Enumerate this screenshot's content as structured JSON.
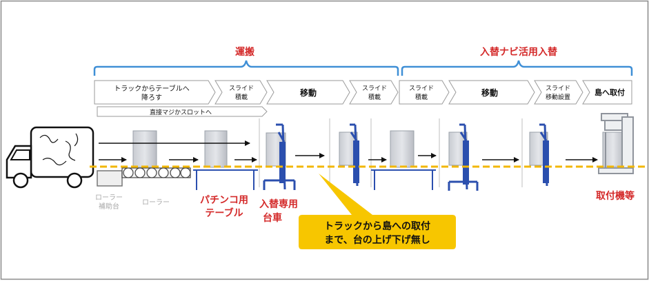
{
  "colors": {
    "accent_red": "#d42a2a",
    "bracket_blue": "#3f8fd6",
    "cart_blue": "#2b4fae",
    "guide_yellow": "#f2b705",
    "callout_yellow": "#f7c600",
    "grey_text": "#a8a8a8"
  },
  "sections": {
    "transport": "運搬",
    "replace": "入替ナビ活用入替"
  },
  "steps": [
    {
      "line1": "トラックからテーブルへ",
      "line2": "降ろす"
    },
    {
      "line1": "スライド",
      "line2": "積載"
    },
    {
      "line1": "移動",
      "line2": ""
    },
    {
      "line1": "スライド",
      "line2": "積載"
    },
    {
      "line1": "スライド",
      "line2": "積載"
    },
    {
      "line1": "移動",
      "line2": ""
    },
    {
      "line1": "スライド",
      "line2": "移動設置"
    },
    {
      "line1": "島へ取付",
      "line2": ""
    }
  ],
  "sub_note": "直接マジかスロットへ",
  "labels": {
    "roller_stand_1": "ローラー",
    "roller_stand_2": "補助台",
    "roller": "ローラー",
    "pachinko_table_1": "パチンコ用",
    "pachinko_table_2": "テーブル",
    "cart_1": "入替専用",
    "cart_2": "台車",
    "mount": "取付機等"
  },
  "callout": {
    "line1": "トラックから島への取付",
    "line2": "まで、台の上げ下げ無し"
  },
  "icons": [
    "truck-icon",
    "machine-icon",
    "cart-icon",
    "arrow-icon"
  ]
}
